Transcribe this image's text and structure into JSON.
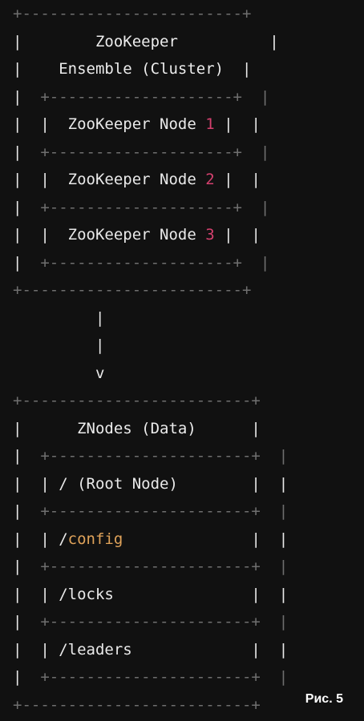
{
  "art": {
    "rule_outer": "+------------------------+",
    "rule_inner": "+--------------------+",
    "rule_outer2": "+-------------------------+",
    "rule_inner2": "+----------------------+"
  },
  "ensemble": {
    "title_line1": "ZooKeeper",
    "title_line2": "Ensemble (Cluster)",
    "node_label": "ZooKeeper Node",
    "nodes": [
      "1",
      "2",
      "3"
    ]
  },
  "arrow": {
    "pipe": "|",
    "head": "v"
  },
  "znodes": {
    "title": "ZNodes (Data)",
    "items": [
      {
        "text": "/ (Root Node)",
        "prefix": "",
        "highlight": ""
      },
      {
        "text": "",
        "prefix": "/",
        "highlight": "config"
      },
      {
        "text": "/locks",
        "prefix": "",
        "highlight": ""
      },
      {
        "text": "/leaders",
        "prefix": "",
        "highlight": ""
      }
    ]
  },
  "caption": "Рис. 5",
  "colors": {
    "background": "#111111",
    "text": "#e9e9e9",
    "node_number": "#d4406e",
    "path_highlight": "#e0a35a"
  }
}
